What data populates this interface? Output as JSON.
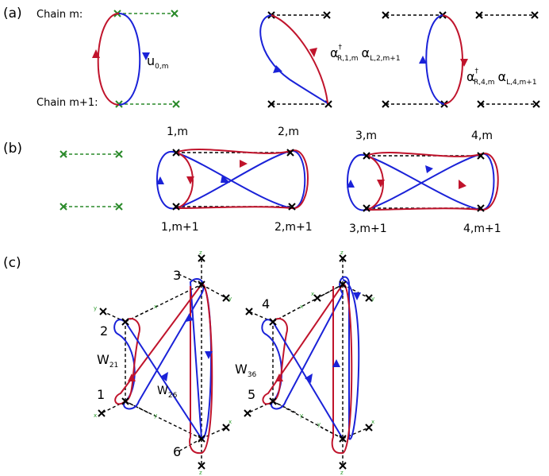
{
  "panels": {
    "a": "(a)",
    "b": "(b)",
    "c": "(c)"
  },
  "panel_a": {
    "chain_m": "Chain m:",
    "chain_m1": "Chain m+1:",
    "u_label": "u",
    "u_sub": "0,m",
    "op1": {
      "a1": "α",
      "dag": "†",
      "sub1": "R,1,m",
      "a2": "α",
      "sub2": "L,2,m+1"
    },
    "op2": {
      "a1": "α",
      "dag": "†",
      "sub1": "R,4,m",
      "a2": "α",
      "sub2": "L,4,m+1"
    }
  },
  "panel_b": {
    "labels": [
      "1,m",
      "2,m",
      "1,m+1",
      "2,m+1",
      "3,m",
      "4,m",
      "3,m+1",
      "4,m+1"
    ]
  },
  "panel_c": {
    "numbers": [
      "1",
      "2",
      "3",
      "4",
      "5",
      "6"
    ],
    "w21": {
      "base": "W",
      "sub": "21"
    },
    "w26": {
      "base": "W",
      "sub": "26"
    },
    "w36": {
      "base": "W",
      "sub": "36"
    },
    "bond_x": "x",
    "bond_y": "y",
    "bond_z": "z"
  },
  "colors": {
    "red": "#c0142c",
    "blue": "#1a22d8",
    "green": "#2a8a2a"
  }
}
